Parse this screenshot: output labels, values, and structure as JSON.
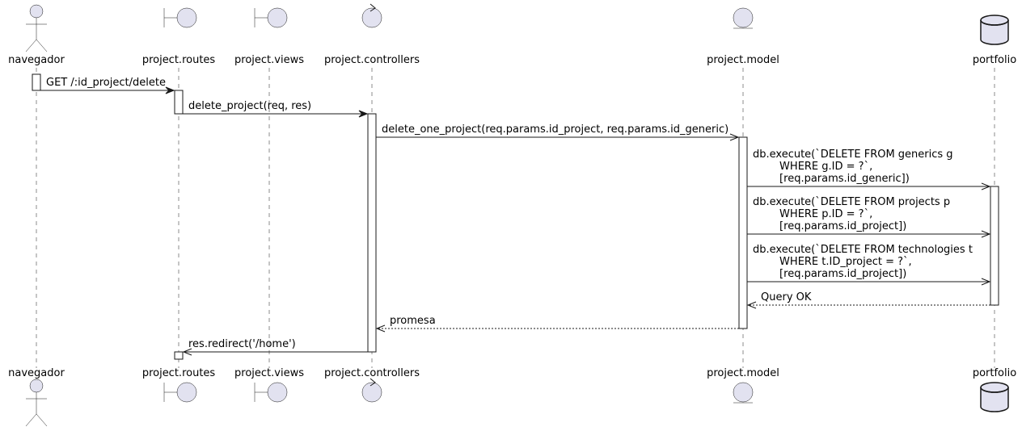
{
  "colors": {
    "participant_fill": "#E2E2F0",
    "stroke": "#181818",
    "background": "#FFFFFF"
  },
  "participants": [
    {
      "id": "navegador",
      "name": "navegador",
      "kind": "actor"
    },
    {
      "id": "routes",
      "name": "project.routes",
      "kind": "boundary"
    },
    {
      "id": "views",
      "name": "project.views",
      "kind": "boundary"
    },
    {
      "id": "controllers",
      "name": "project.controllers",
      "kind": "control"
    },
    {
      "id": "model",
      "name": "project.model",
      "kind": "entity"
    },
    {
      "id": "portfolio",
      "name": "portfolio",
      "kind": "database"
    }
  ],
  "messages": [
    {
      "from": "navegador",
      "to": "routes",
      "style": "solid",
      "lines": [
        "GET /:id_project/delete"
      ]
    },
    {
      "from": "routes",
      "to": "controllers",
      "style": "solid",
      "lines": [
        "delete_project(req, res)"
      ]
    },
    {
      "from": "controllers",
      "to": "model",
      "style": "async",
      "lines": [
        "delete_one_project(req.params.id_project, req.params.id_generic)"
      ]
    },
    {
      "from": "model",
      "to": "portfolio",
      "style": "async",
      "lines": [
        "db.execute(`DELETE FROM generics g",
        "        WHERE g.ID = ?`,",
        "        [req.params.id_generic])"
      ]
    },
    {
      "from": "model",
      "to": "portfolio",
      "style": "async",
      "lines": [
        "db.execute(`DELETE FROM projects p",
        "        WHERE p.ID = ?`,",
        "        [req.params.id_project])"
      ]
    },
    {
      "from": "model",
      "to": "portfolio",
      "style": "async",
      "lines": [
        "db.execute(`DELETE FROM technologies t",
        "        WHERE t.ID_project = ?`,",
        "        [req.params.id_project])"
      ]
    },
    {
      "from": "portfolio",
      "to": "model",
      "style": "return",
      "lines": [
        "Query OK"
      ]
    },
    {
      "from": "model",
      "to": "controllers",
      "style": "return",
      "lines": [
        "promesa"
      ]
    },
    {
      "from": "controllers",
      "to": "routes",
      "style": "async",
      "lines": [
        "res.redirect('/home')"
      ]
    }
  ]
}
